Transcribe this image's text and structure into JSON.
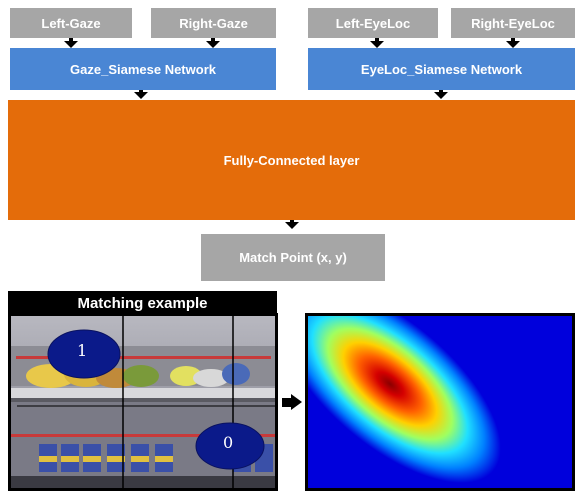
{
  "inputs": {
    "left_gaze": "Left-Gaze",
    "right_gaze": "Right-Gaze",
    "left_eyeloc": "Left-EyeLoc",
    "right_eyeloc": "Right-EyeLoc"
  },
  "networks": {
    "gaze": "Gaze_Siamese Network",
    "eyeloc": "EyeLoc_Siamese Network"
  },
  "fc_layer": "Fully-Connected layer",
  "output": "Match Point (x, y)",
  "example": {
    "title": "Matching example",
    "markers": [
      "1",
      "0"
    ]
  },
  "colors": {
    "input_box": "#a6a6a6",
    "network_box": "#4a86d4",
    "fc_box": "#e46c0a",
    "output_box": "#a6a6a6"
  }
}
